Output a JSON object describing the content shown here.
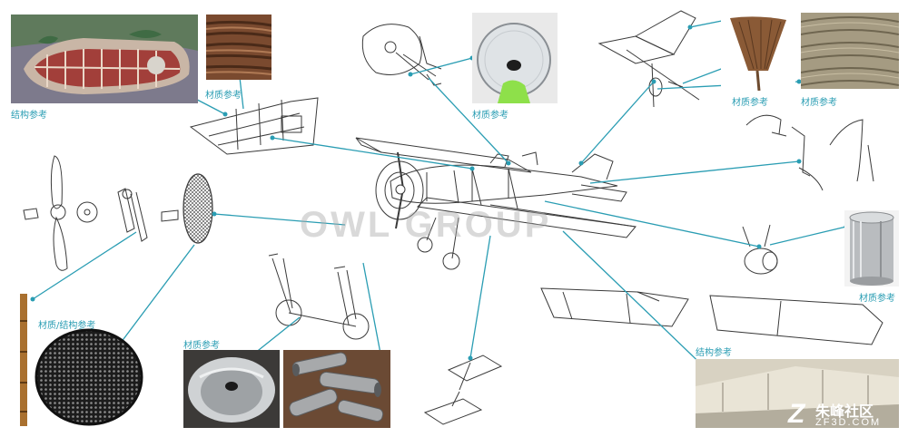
{
  "captions": {
    "structure_ref_fuselage": "结构参考",
    "material_ref_wood": "材质参考",
    "material_ref_lid": "材质参考",
    "material_ref_broom": "材质参考",
    "material_ref_rope": "材质参考",
    "material_ref_can": "材质参考",
    "material_structure_ref_bamboo": "材质/结构参考",
    "material_ref_pot": "材质参考",
    "structure_ref_wing": "结构参考"
  },
  "watermark": {
    "owl_group": "OWL GROUP",
    "site_cn": "朱峰社区",
    "site_en": "ZF3D.COM"
  },
  "colors": {
    "leader_line": "#2a9db3",
    "sketch_ink": "#3a3a3a",
    "caption": "#2a9db3"
  }
}
